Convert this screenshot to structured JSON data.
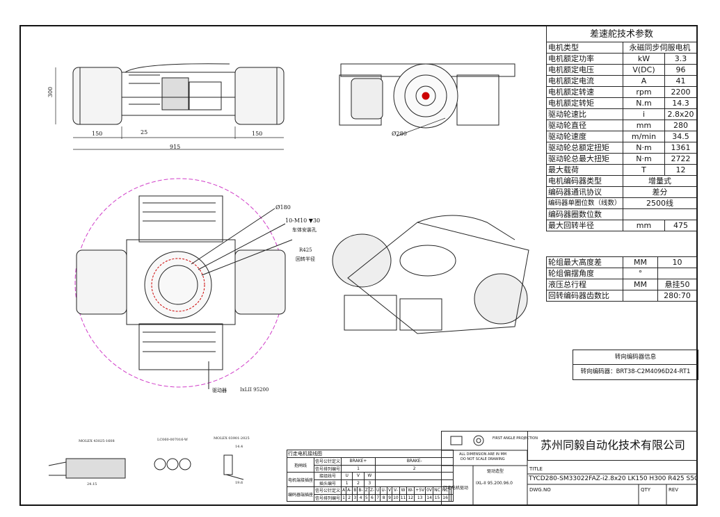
{
  "spec_table": {
    "title": "差速舵技术参数",
    "rows": [
      {
        "param": "电机类型",
        "unit": "",
        "value": "永磁同步伺服电机",
        "merged": true
      },
      {
        "param": "电机额定功率",
        "unit": "kW",
        "value": "3.3"
      },
      {
        "param": "电机额定电压",
        "unit": "V(DC)",
        "value": "96"
      },
      {
        "param": "电机额定电流",
        "unit": "A",
        "value": "41"
      },
      {
        "param": "电机额定转速",
        "unit": "rpm",
        "value": "2200"
      },
      {
        "param": "电机额定转矩",
        "unit": "N.m",
        "value": "14.3"
      },
      {
        "param": "驱动轮速比",
        "unit": "i",
        "value": "2.8x20"
      },
      {
        "param": "驱动轮直径",
        "unit": "mm",
        "value": "280"
      },
      {
        "param": "驱动轮速度",
        "unit": "m/min",
        "value": "34.5"
      },
      {
        "param": "驱动轮总额定扭矩",
        "unit": "N·m",
        "value": "1361"
      },
      {
        "param": "驱动轮总最大扭矩",
        "unit": "N·m",
        "value": "2722"
      },
      {
        "param": "最大载荷",
        "unit": "T",
        "value": "12"
      },
      {
        "param": "电机编码器类型",
        "unit": "",
        "value": "增量式",
        "merged": true
      },
      {
        "param": "编码器通讯协议",
        "unit": "",
        "value": "差分",
        "merged": true
      },
      {
        "param": "编码器单圈位数（线数）",
        "unit": "",
        "value": "2500线",
        "merged": true,
        "small": true
      },
      {
        "param": "编码器圈数位数",
        "unit": "",
        "value": "",
        "merged": true
      },
      {
        "param": "最大回转半径",
        "unit": "mm",
        "value": "475"
      }
    ]
  },
  "spec_table2": {
    "rows": [
      {
        "param": "轮组最大高度差",
        "unit": "MM",
        "value": "10"
      },
      {
        "param": "轮组偏摆角度",
        "unit": "°",
        "value": ""
      },
      {
        "param": "液压总行程",
        "unit": "MM",
        "value": "悬挂50"
      },
      {
        "param": "回转编码器齿数比",
        "unit": "",
        "value": "280:70"
      }
    ]
  },
  "encoder_info": {
    "title": "转向编码器信息",
    "value": "转向编码器：BRT38-C2M4096D24-RT1"
  },
  "dimensions": {
    "height": "300",
    "left_wheel": "150",
    "gap": "25",
    "right_wheel": "150",
    "total": "915",
    "wheel_dia": "Ø280",
    "bearing_dia": "Ø180",
    "holes": "10-M10 ▼30",
    "holes_desc": "车体安装孔",
    "radius": "R425",
    "radius_desc": "回转半径",
    "driver": "驱动器",
    "driver_model": "IxLII 95200"
  },
  "connectors": {
    "c1": "MOLEX 43025-1608",
    "c2": "LC060-007016-W",
    "c3": "MOLEX 03901-2025",
    "c1_dim": "24.15",
    "c3_dim_a": "14.4",
    "c3_dim_b": "19.6"
  },
  "wiring": {
    "title": "行走电机接线图",
    "row_labels": [
      "信号公针定义",
      "信号排列编号",
      "接组线号",
      "插头编号",
      "信号公针定义",
      "信号排列编号"
    ],
    "group_labels": [
      "抱闸线",
      "电机端接插座",
      "编码器端插座"
    ],
    "brake_pos": "BRAKE+",
    "brake_neg": "BRAKE-",
    "brake_nums": [
      "1",
      "2"
    ],
    "phases": [
      "U",
      "V",
      "W"
    ],
    "phase_nums": [
      "1",
      "2",
      "3"
    ],
    "enc_defs": [
      "A",
      "A-",
      "B",
      "B-",
      "Z",
      "Z-",
      "U",
      "U-",
      "V",
      "V-",
      "W",
      "W-",
      "+5V",
      "0V",
      "NC",
      "NC"
    ],
    "enc_nums": [
      "1",
      "2",
      "3",
      "4",
      "5",
      "6",
      "7",
      "8",
      "9",
      "10",
      "11",
      "12",
      "13",
      "14",
      "15",
      "16"
    ]
  },
  "title_block": {
    "company": "苏州同毅自动化技术有限公司",
    "projection": "FIRST ANGLE PROJECTION",
    "scale_note1": "ALL DIMENSION ARE IN MM",
    "scale_note2": "DO NOT SCALE DRAWING",
    "drive_model_label": "驱动造型",
    "motor_drive": "行走电机驱动",
    "drive_model": "IXL-II 95.200.96.0",
    "title_label": "TITLE",
    "title": "TYCD280-SM33022FAZ-i2.8x20  LK150  H300 R425 S50",
    "dwg": "DWG.NO",
    "qty": "QTY",
    "rev": "REV"
  }
}
